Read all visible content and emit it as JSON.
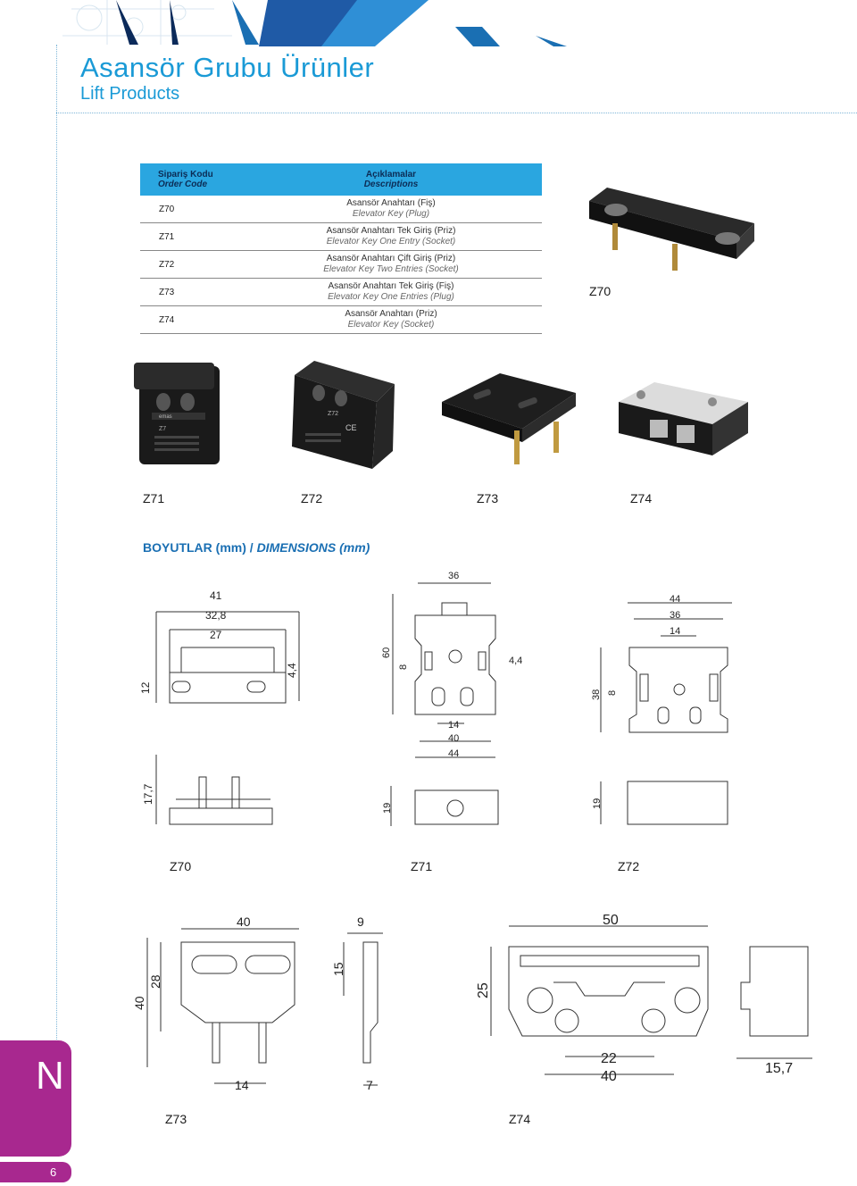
{
  "header": {
    "title_tr": "Asansör Grubu Ürünler",
    "title_en": "Lift Products"
  },
  "order_table": {
    "col1_tr": "Sipariş Kodu",
    "col1_en": "Order Code",
    "col2_tr": "Açıklamalar",
    "col2_en": "Descriptions",
    "rows": [
      {
        "code": "Z70",
        "desc_tr": "Asansör Anahtarı (Fiş)",
        "desc_en": "Elevator Key (Plug)"
      },
      {
        "code": "Z71",
        "desc_tr": "Asansör Anahtarı Tek Giriş (Priz)",
        "desc_en": "Elevator Key One Entry (Socket)"
      },
      {
        "code": "Z72",
        "desc_tr": "Asansör Anahtarı Çift Giriş (Priz)",
        "desc_en": "Elevator Key Two Entries (Socket)"
      },
      {
        "code": "Z73",
        "desc_tr": "Asansör Anahtarı Tek Giriş (Fiş)",
        "desc_en": "Elevator Key One Entries (Plug)"
      },
      {
        "code": "Z74",
        "desc_tr": "Asansör Anahtarı (Priz)",
        "desc_en": "Elevator Key (Socket)"
      }
    ]
  },
  "photos": {
    "z70": "Z70",
    "z71": "Z71",
    "z72": "Z72",
    "z73": "Z73",
    "z74": "Z74"
  },
  "product_marks": {
    "brand": "emas",
    "z71_text": "Z7",
    "z72_text": "Z72",
    "ce": "CE"
  },
  "dimensions": {
    "title_tr": "BOYUTLAR (mm) / ",
    "title_en": "DIMENSIONS (mm)",
    "z70": {
      "d1": "41",
      "d2": "32,8",
      "d3": "27",
      "h": "12",
      "p": "4,4",
      "h2": "17,7",
      "label": "Z70"
    },
    "z71": {
      "w": "36",
      "h": "60",
      "s": "8",
      "p": "4,4",
      "b1": "14",
      "b2": "40",
      "b3": "44",
      "side": "19",
      "label": "Z71"
    },
    "z72": {
      "a": "44",
      "b": "36",
      "c": "14",
      "h": "38",
      "s": "8",
      "side": "19",
      "label": "Z72"
    },
    "z73": {
      "w": "40",
      "h1": "40",
      "h2": "28",
      "b": "14",
      "sw": "9",
      "sh": "15",
      "sb": "7",
      "label": "Z73"
    },
    "z74": {
      "w": "50",
      "h": "25",
      "b1": "22",
      "b2": "40",
      "side": "15,7",
      "label": "Z74"
    }
  },
  "page": {
    "section": "N",
    "number": "6"
  },
  "colors": {
    "accent": "#1a9ad6",
    "table_header": "#2aa6e0",
    "badge": "#a8288f"
  }
}
